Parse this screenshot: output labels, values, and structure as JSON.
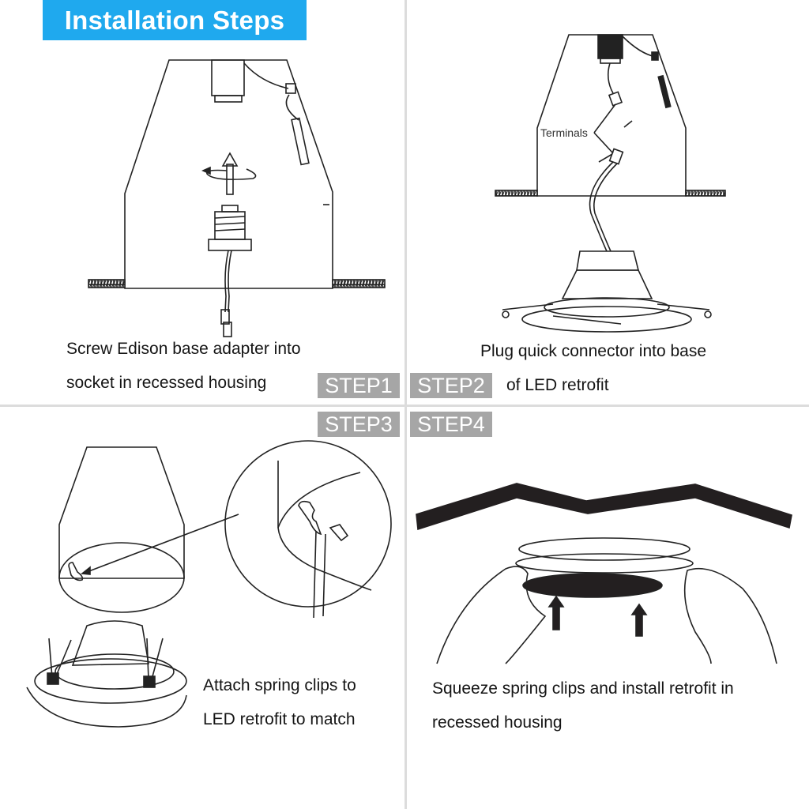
{
  "header": {
    "title": "Installation Steps",
    "banner_color": "#1fa9ee"
  },
  "steps": [
    {
      "badge": "STEP1",
      "caption_lines": [
        "Screw Edison base adapter into",
        "socket in recessed housing"
      ]
    },
    {
      "badge": "STEP2",
      "caption_lines": [
        "Plug quick connector into base",
        "of LED retrofit"
      ],
      "callout": "Terminals"
    },
    {
      "badge": "STEP3",
      "caption_lines": [
        "Attach spring clips to",
        "LED retrofit to match"
      ]
    },
    {
      "badge": "STEP4",
      "caption_lines": [
        "Squeeze spring clips and install retrofit in",
        "recessed housing"
      ]
    }
  ],
  "colors": {
    "badge_bg": "#a6a6a6",
    "divider": "#dcdcdc",
    "line_art": "#222222"
  }
}
